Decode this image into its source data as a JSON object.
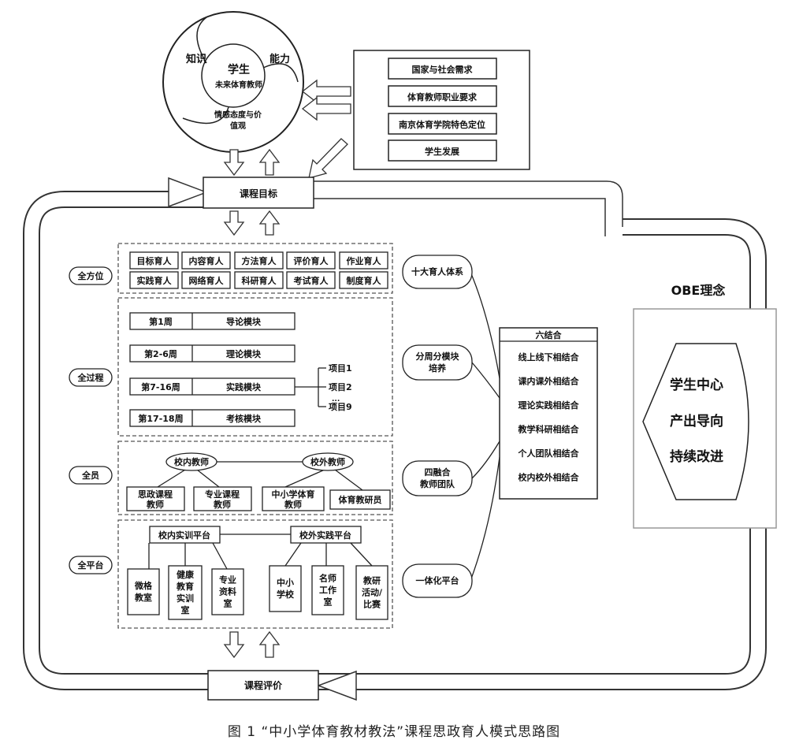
{
  "circle": {
    "center_line1": "学生",
    "center_line2": "未来体育教师",
    "left": "知识",
    "right": "能力",
    "bottom_line1": "情感态度与价",
    "bottom_line2": "值观"
  },
  "requirements": [
    "国家与社会需求",
    "体育教师职业要求",
    "南京体育学院特色定位",
    "学生发展"
  ],
  "course_goal": "课程目标",
  "course_eval": "课程评价",
  "side_labels": [
    "全方位",
    "全过程",
    "全员",
    "全平台"
  ],
  "ten_items": [
    "目标育人",
    "内容育人",
    "方法育人",
    "评价育人",
    "作业育人",
    "实践育人",
    "网络育人",
    "科研育人",
    "考试育人",
    "制度育人"
  ],
  "weeks": [
    {
      "week": "第1周",
      "module": "导论模块"
    },
    {
      "week": "第2-6周",
      "module": "理论模块"
    },
    {
      "week": "第7-16周",
      "module": "实践模块"
    },
    {
      "week": "第17-18周",
      "module": "考核模块"
    }
  ],
  "projects": [
    "项目1",
    "项目2",
    "...",
    "项目9"
  ],
  "teachers": {
    "inner": "校内教师",
    "outer": "校外教师",
    "inner_sub": [
      [
        "思政课程",
        "教师"
      ],
      [
        "专业课程",
        "教师"
      ]
    ],
    "outer_sub": [
      [
        "中小学体育",
        "教师"
      ],
      [
        "体育教研员"
      ]
    ]
  },
  "platforms": {
    "inner": "校内实训平台",
    "outer": "校外实践平台",
    "inner_sub": [
      [
        "微格",
        "教室"
      ],
      [
        "健康",
        "教育",
        "实训",
        "室"
      ],
      [
        "专业",
        "资料",
        "室"
      ]
    ],
    "outer_sub": [
      [
        "中小",
        "学校"
      ],
      [
        "名师",
        "工作",
        "室"
      ],
      [
        "教研",
        "活动/",
        "比赛"
      ]
    ]
  },
  "right_pills": [
    [
      "十大育人体系"
    ],
    [
      "分周分模块",
      "培养"
    ],
    [
      "四融合",
      "教师团队"
    ],
    [
      "一体化平台"
    ]
  ],
  "six_title": "六结合",
  "six_items": [
    "线上线下相结合",
    "课内课外相结合",
    "理论实践相结合",
    "教学科研相结合",
    "个人团队相结合",
    "校内校外相结合"
  ],
  "obe": {
    "title": "OBE理念",
    "items": [
      "学生中心",
      "产出导向",
      "持续改进"
    ]
  },
  "caption": "图 1 “中小学体育教材教法”课程思政育人模式思路图"
}
